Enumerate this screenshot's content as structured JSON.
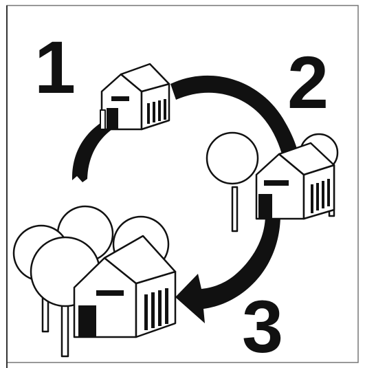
{
  "steps": [
    {
      "label": "1"
    },
    {
      "label": "2"
    },
    {
      "label": "3"
    }
  ],
  "colors": {
    "ink": "#111111",
    "paper": "#ffffff",
    "frame": "#777777"
  },
  "icons": [
    "small-house-icon",
    "house-with-trees-icon",
    "large-house-with-trees-icon",
    "cycle-arrow-icon"
  ]
}
